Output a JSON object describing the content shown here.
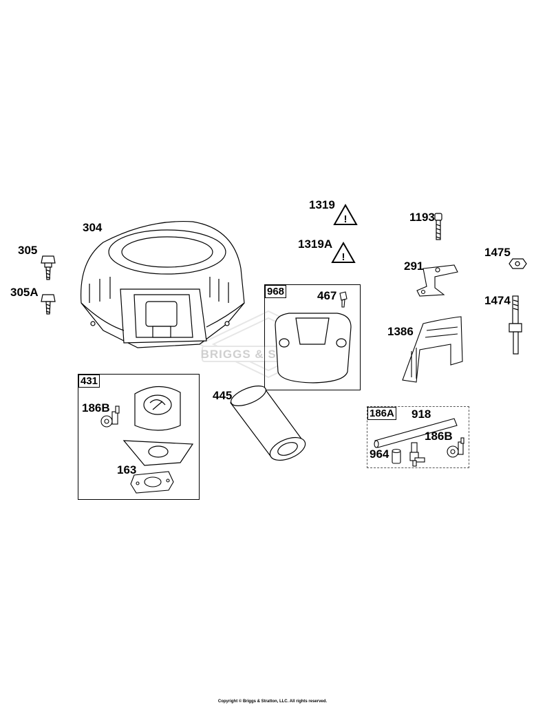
{
  "watermark": "BRIGGS & STRATTON",
  "labels": {
    "l304": "304",
    "l305": "305",
    "l305a": "305A",
    "l1319": "1319",
    "l1319a": "1319A",
    "l1193": "1193",
    "l1475": "1475",
    "l291": "291",
    "l1474": "1474",
    "l1386": "1386",
    "l968": "968",
    "l467": "467",
    "l431": "431",
    "l186b_kit": "186B",
    "l163": "163",
    "l445": "445",
    "l186a": "186A",
    "l918": "918",
    "l186b": "186B",
    "l964": "964"
  },
  "warning_glyph": "!",
  "copyright": "Copyright © Briggs & Stratton, LLC. All rights reserved."
}
